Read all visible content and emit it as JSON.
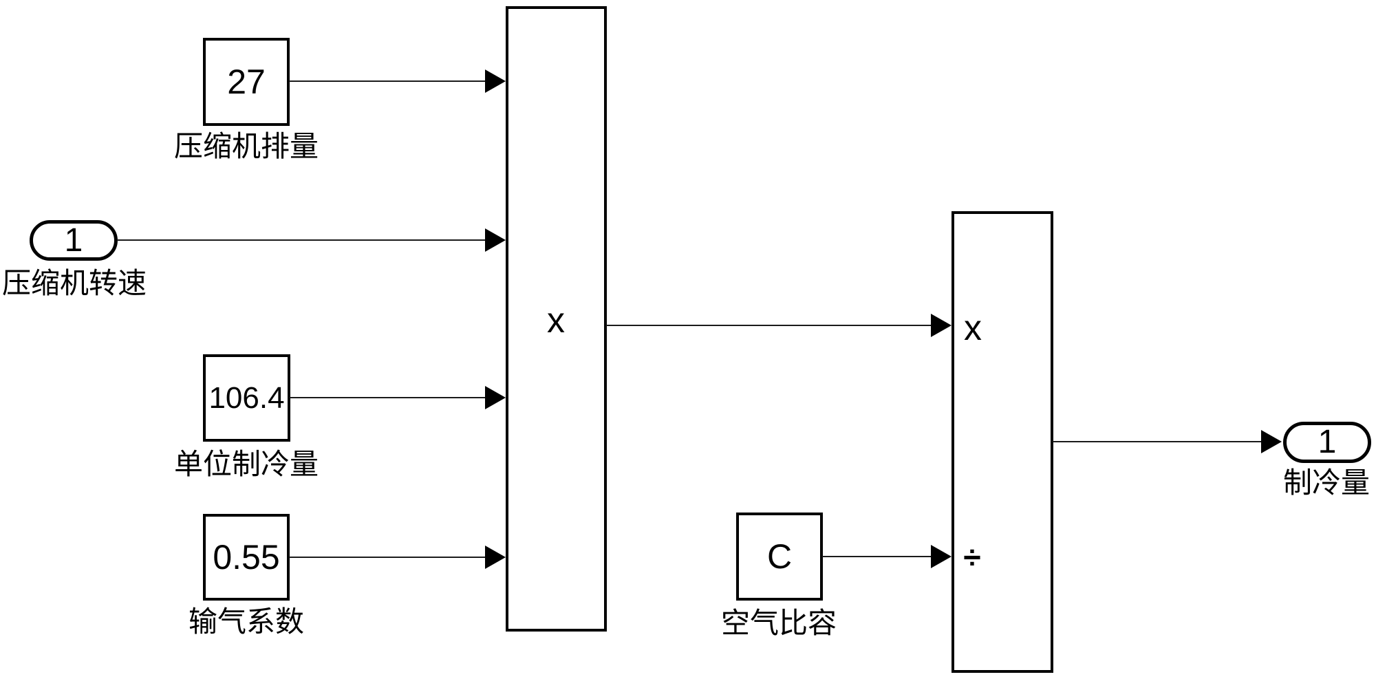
{
  "diagram": {
    "type": "simulink-block-diagram",
    "colors": {
      "background": "#ffffff",
      "stroke": "#000000"
    },
    "blocks": {
      "displacement": {
        "type": "constant",
        "value": "27",
        "label": "压缩机排量"
      },
      "speed_inport": {
        "type": "inport",
        "value": "1",
        "label": "压缩机转速"
      },
      "unit_cooling": {
        "type": "constant",
        "value": "106.4",
        "label": "单位制冷量"
      },
      "delivery_coeff": {
        "type": "constant",
        "value": "0.55",
        "label": "输气系数"
      },
      "product1": {
        "type": "product",
        "multiply_symbol": "x"
      },
      "air_volume": {
        "type": "constant",
        "value": "C",
        "label": "空气比容"
      },
      "product2": {
        "type": "product",
        "multiply_symbol": "x",
        "divide_symbol": "÷"
      },
      "cooling_outport": {
        "type": "outport",
        "value": "1",
        "label": "制冷量"
      }
    }
  }
}
